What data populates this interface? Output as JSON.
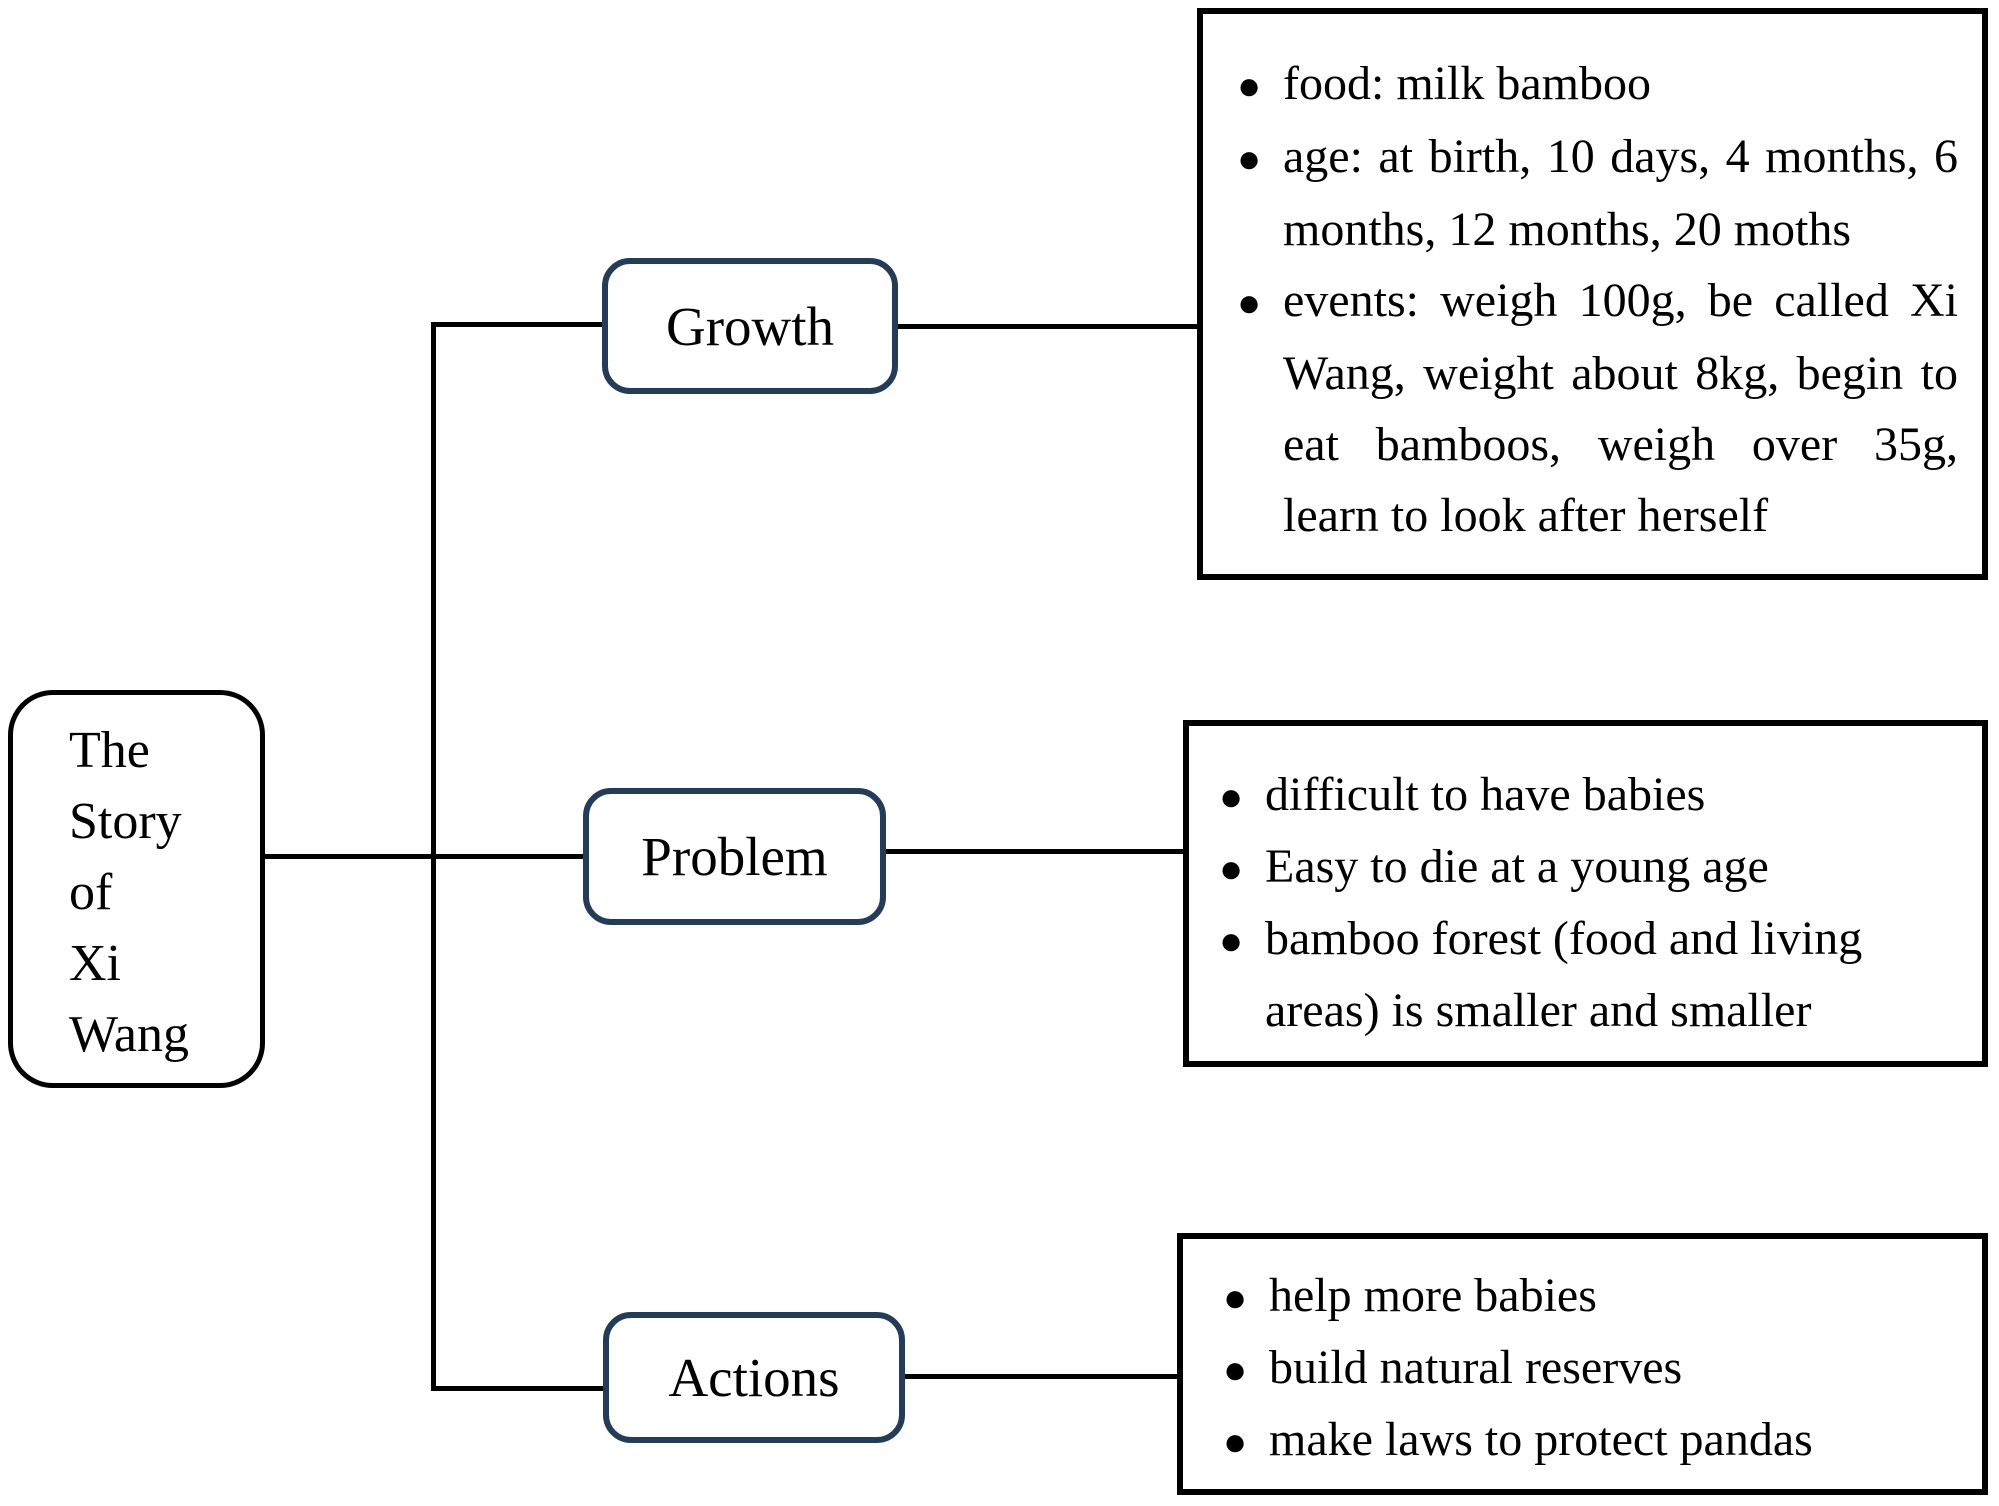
{
  "ui": {
    "bullet": "●"
  },
  "colors": {
    "background": "#ffffff",
    "text": "#000000",
    "root_node_border": "#000000",
    "branch_node_border": "#253c59",
    "panel_border": "#000000",
    "connector": "#000000"
  },
  "root": {
    "lines": [
      "The",
      "Story",
      "of",
      "Xi",
      "Wang"
    ]
  },
  "branches": {
    "growth": {
      "label": "Growth"
    },
    "problem": {
      "label": "Problem"
    },
    "actions": {
      "label": "Actions"
    }
  },
  "panels": {
    "growth": {
      "items": [
        {
          "lines": [
            "food: milk bamboo"
          ]
        },
        {
          "lines": [
            "age: at birth, 10 days, 4 months, 6",
            "months, 12 months, 20 moths"
          ]
        },
        {
          "lines": [
            "events: weigh 100g, be called Xi",
            "Wang, weight about 8kg, begin to",
            "eat bamboos, weigh over 35g,",
            "learn to look after herself"
          ]
        }
      ]
    },
    "problem": {
      "items": [
        {
          "lines": [
            "difficult to have babies"
          ]
        },
        {
          "lines": [
            "Easy to die at a young age"
          ]
        },
        {
          "lines": [
            "bamboo forest (food and living",
            "areas) is smaller and smaller"
          ]
        }
      ]
    },
    "actions": {
      "items": [
        {
          "lines": [
            "help more babies"
          ]
        },
        {
          "lines": [
            "build natural reserves"
          ]
        },
        {
          "lines": [
            "make laws to protect pandas"
          ]
        }
      ]
    }
  }
}
